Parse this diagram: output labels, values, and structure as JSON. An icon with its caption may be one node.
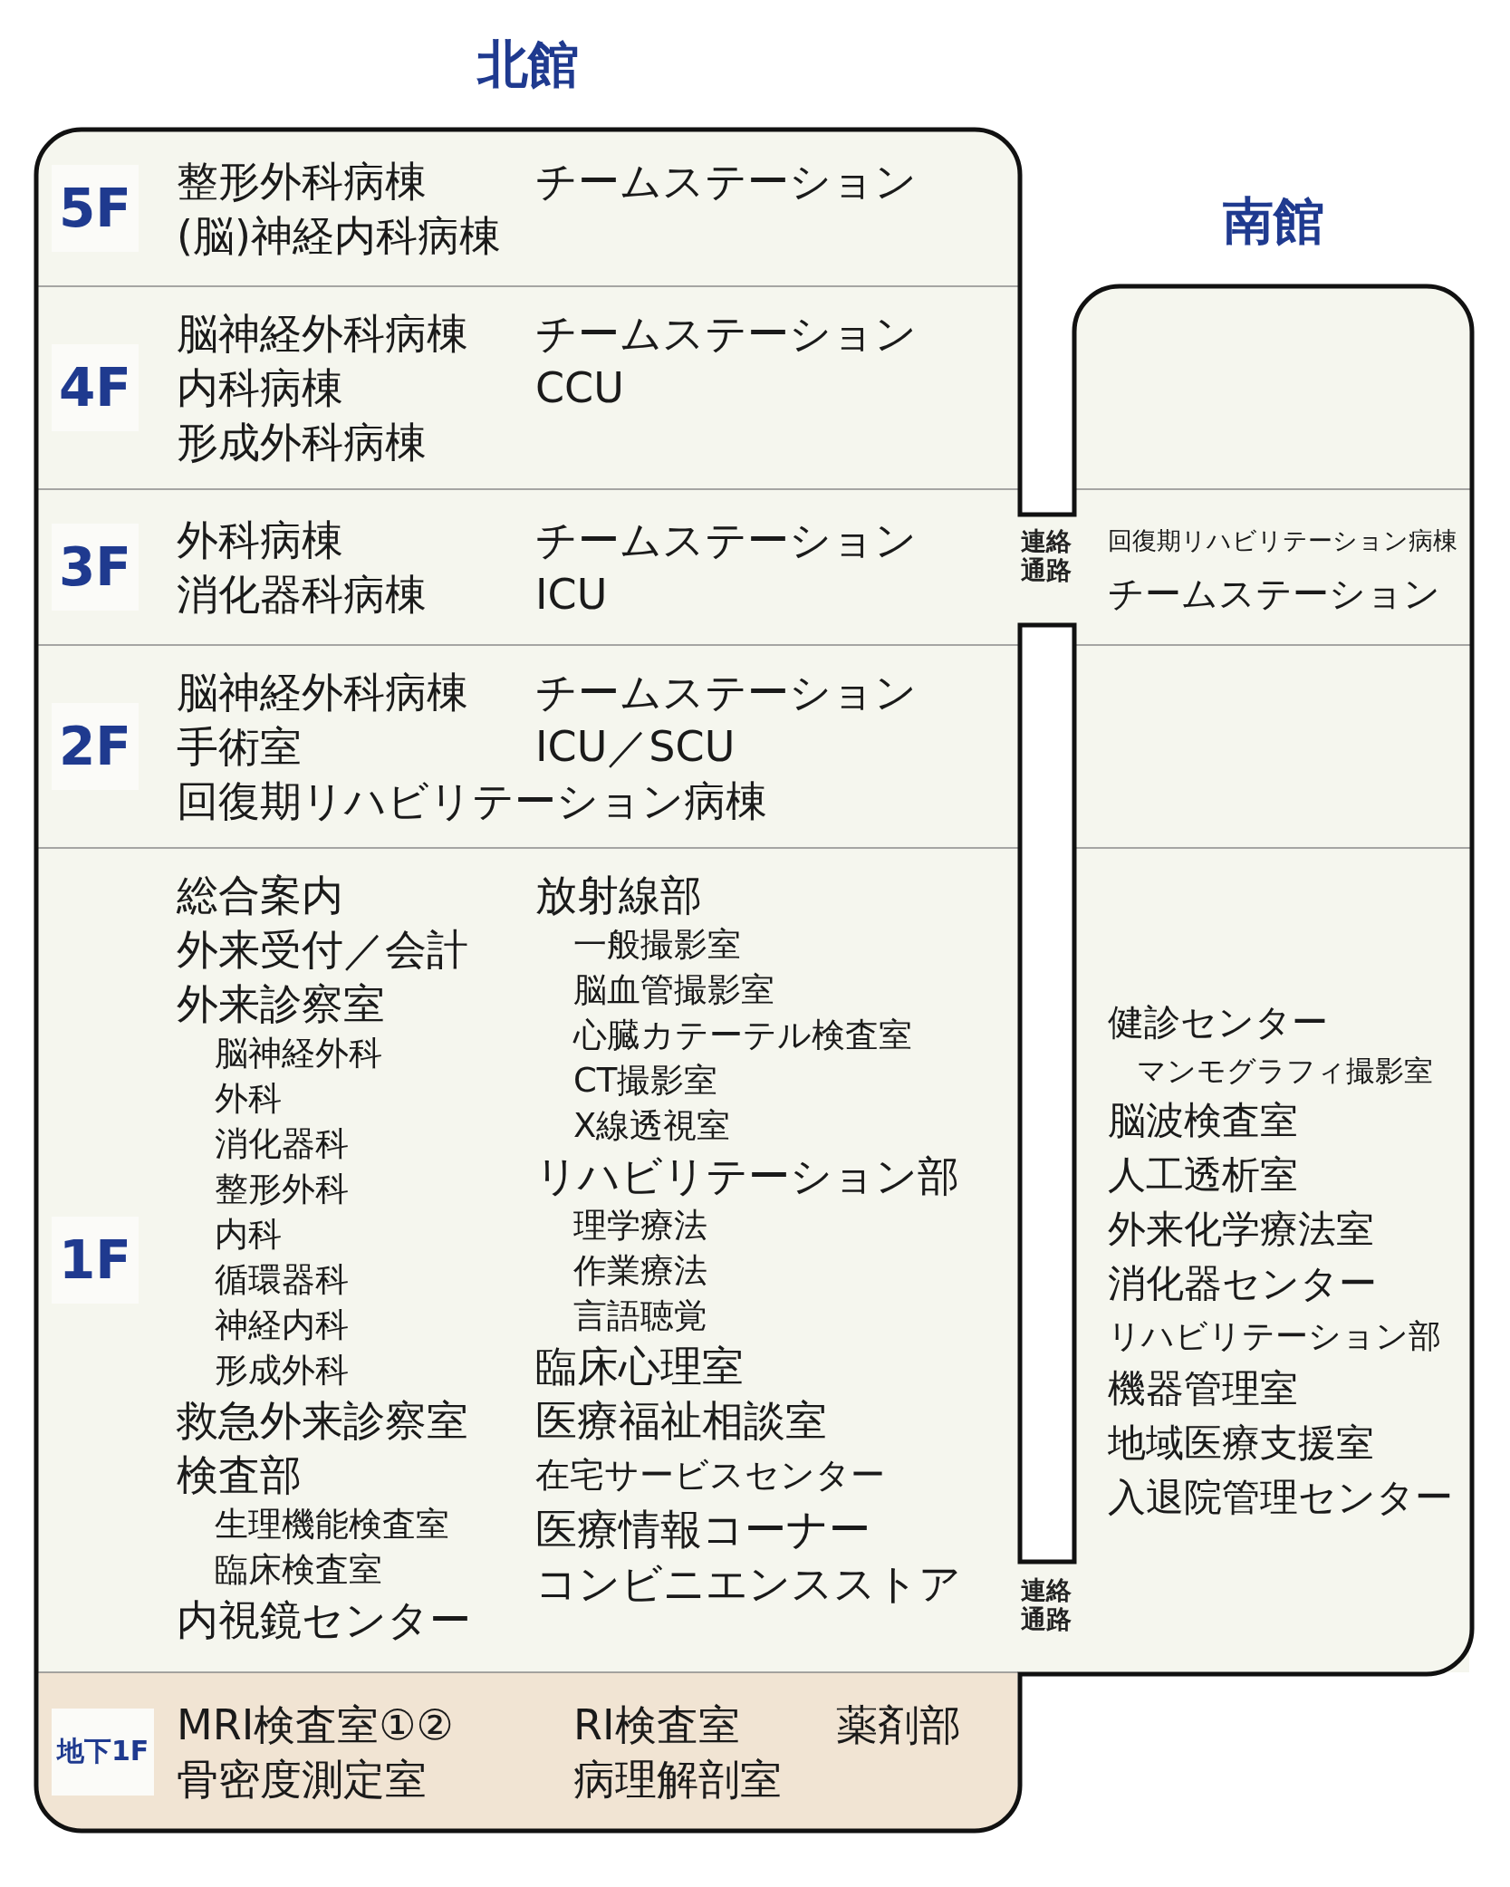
{
  "diagram": {
    "nodes": [
      {
        "text": [
          "北館"
        ]
      },
      {
        "text": [
          "5F",
          "整形外科病棟",
          "(脳)神経内科病棟",
          "チームステーション"
        ],
        "in": 0
      },
      {
        "text": [
          "4F",
          "脳神経外科病棟",
          "内科病棟",
          "形成外科病棟",
          "チームステーション",
          "CCU"
        ],
        "in": 0
      },
      {
        "text": [
          "3F",
          "外科病棟",
          "消化器科病棟",
          "チームステーション",
          "ICU"
        ],
        "in": 0
      },
      {
        "text": [
          "2F",
          "脳神経外科病棟",
          "手術室",
          "回復期リハビリテーション病棟",
          "チームステーション",
          "ICU／SCU"
        ],
        "in": 0
      },
      {
        "text": [
          "1F",
          "総合案内",
          "外来受付／会計",
          "外来診察室",
          "脳神経外科",
          "外科",
          "消化器科",
          "整形外科",
          "内科",
          "循環器科",
          "神経内科",
          "形成外科",
          "救急外来診察室",
          "検査部",
          "生理機能検査室",
          "臨床検査室",
          "内視鏡センター",
          "放射線部",
          "一般撮影室",
          "脳血管撮影室",
          "心臓カテーテル検査室",
          "CT撮影室",
          "X線透視室",
          "リハビリテーション部",
          "理学療法",
          "作業療法",
          "言語聴覚",
          "臨床心理室",
          "医療福祉相談室",
          "在宅サービスセンター",
          "医療情報コーナー",
          "コンビニエンスストア"
        ],
        "in": 0
      },
      {
        "text": [
          "地下1F",
          "MRI検査室①②",
          "骨密度測定室",
          "RI検査室",
          "病理解剖室",
          "薬剤部"
        ],
        "in": 0
      },
      {
        "text": [
          "南館"
        ]
      },
      {
        "text": [
          "回復期リハビリテーション病棟",
          "チームステーション"
        ],
        "in": 7
      },
      {
        "text": [
          "健診センター",
          "マンモグラフィ撮影室",
          "脳波検査室",
          "人工透析室",
          "外来化学療法室",
          "消化器センター",
          "リハビリテーション部",
          "機器管理室",
          "地域医療支援室",
          "入退院管理センター"
        ],
        "in": 7
      }
    ],
    "labels": [
      "連絡通路",
      "連絡通路"
    ]
  }
}
